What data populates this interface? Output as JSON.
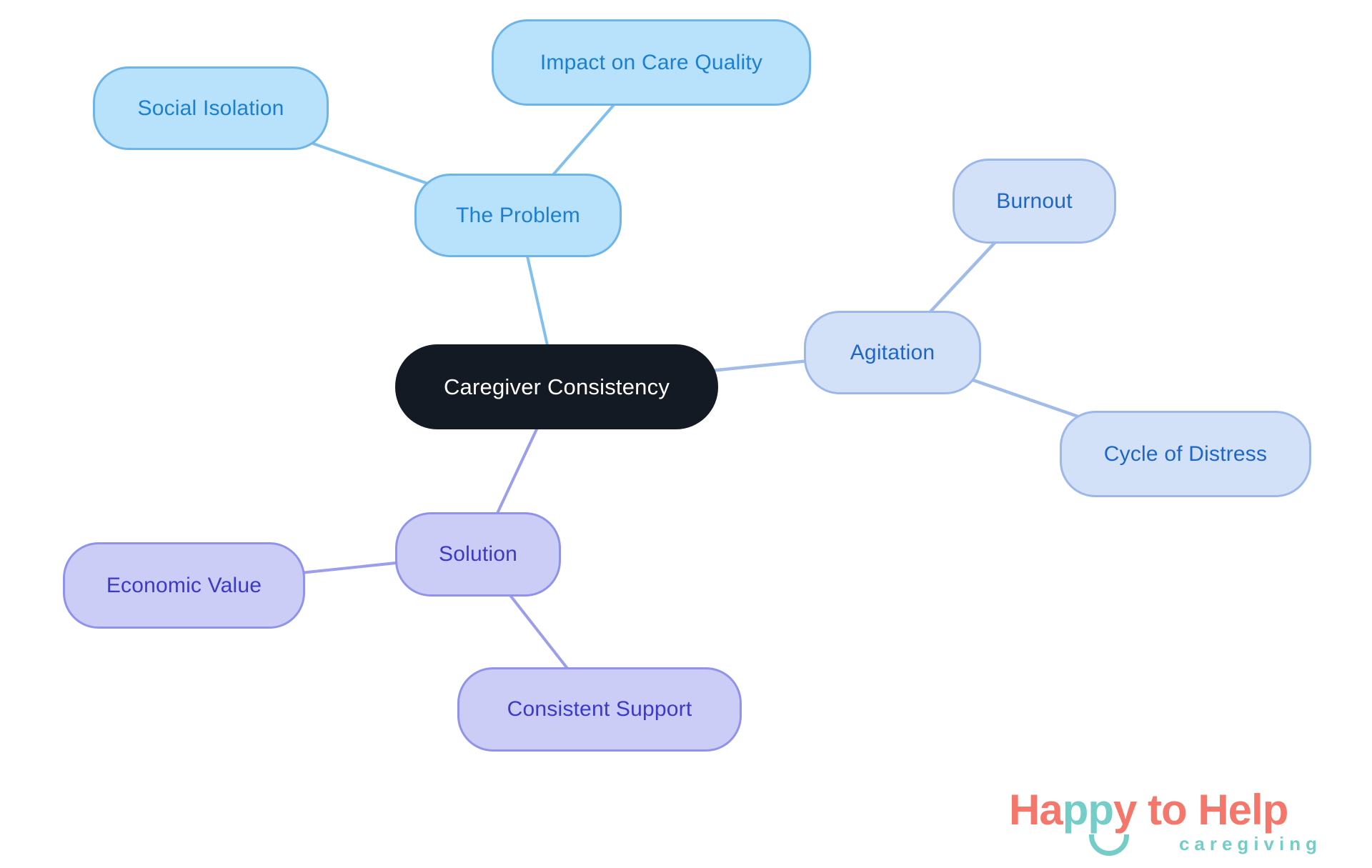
{
  "mindmap": {
    "root": {
      "label": "Caregiver Consistency",
      "fill": "#141a23",
      "text_color": "#ffffff"
    },
    "branches": [
      {
        "label": "The Problem",
        "colors": {
          "fill": "#b8e1fb",
          "border": "#6db4ea",
          "text": "#1b7fd2",
          "edge": "#7fc0ee"
        },
        "children": [
          {
            "label": "Social Isolation"
          },
          {
            "label": "Impact on Care Quality"
          }
        ]
      },
      {
        "label": "Agitation",
        "colors": {
          "fill": "#d3e1f8",
          "border": "#9cb7e9",
          "text": "#1c66c9",
          "edge": "#a2bce9"
        },
        "children": [
          {
            "label": "Burnout"
          },
          {
            "label": "Cycle of Distress"
          }
        ]
      },
      {
        "label": "Solution",
        "colors": {
          "fill": "#cbcdf6",
          "border": "#9093ec",
          "text": "#3b39c9",
          "edge": "#9b9eec"
        },
        "children": [
          {
            "label": "Economic Value"
          },
          {
            "label": "Consistent Support"
          }
        ]
      }
    ]
  },
  "logo": {
    "part_ha": "Ha",
    "part_pp": "pp",
    "part_tail": "y to Help",
    "subtitle": "caregiving",
    "coral": "#f4776c",
    "teal": "#74cdc7"
  }
}
